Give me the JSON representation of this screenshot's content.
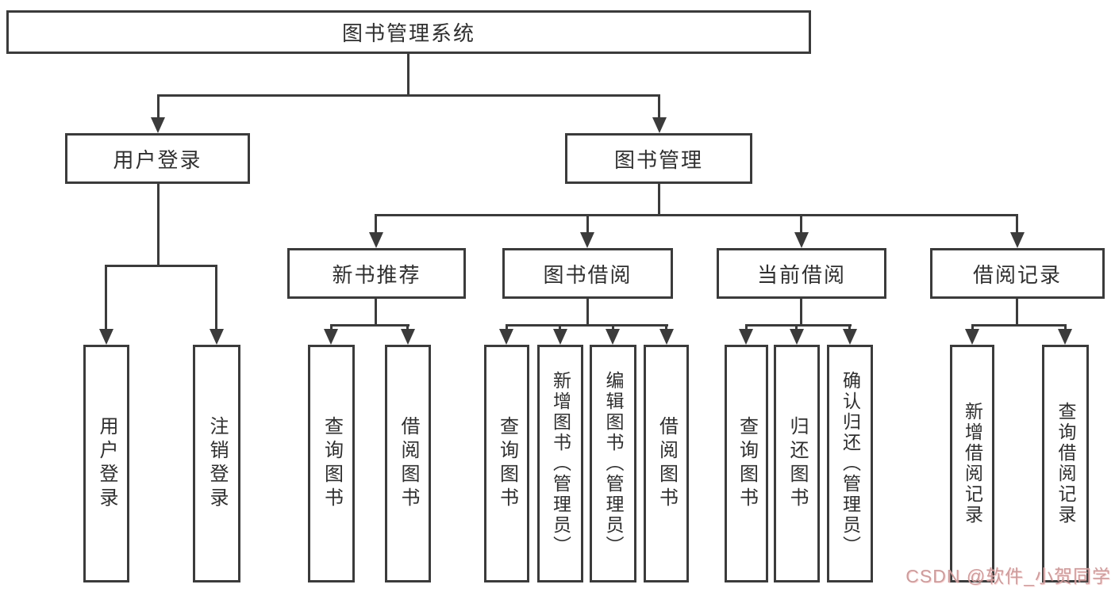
{
  "diagram": {
    "root": {
      "label": "图书管理系统"
    },
    "level2": [
      {
        "id": "user-login",
        "label": "用户登录"
      },
      {
        "id": "book-management",
        "label": "图书管理"
      }
    ],
    "level3": [
      {
        "id": "new-book-recommendation",
        "label": "新书推荐",
        "parent": "book-management"
      },
      {
        "id": "book-borrowing",
        "label": "图书借阅",
        "parent": "book-management"
      },
      {
        "id": "current-borrowing",
        "label": "当前借阅",
        "parent": "book-management"
      },
      {
        "id": "borrowing-records",
        "label": "借阅记录",
        "parent": "book-management"
      }
    ],
    "leaves": [
      {
        "parent": "user-login",
        "label": "用户登录"
      },
      {
        "parent": "user-login",
        "label": "注销登录"
      },
      {
        "parent": "new-book-recommendation",
        "label": "查询图书"
      },
      {
        "parent": "new-book-recommendation",
        "label": "借阅图书"
      },
      {
        "parent": "book-borrowing",
        "label": "查询图书"
      },
      {
        "parent": "book-borrowing",
        "label": "新增图书（管理员）"
      },
      {
        "parent": "book-borrowing",
        "label": "编辑图书（管理员）"
      },
      {
        "parent": "book-borrowing",
        "label": "借阅图书"
      },
      {
        "parent": "current-borrowing",
        "label": "查询图书"
      },
      {
        "parent": "current-borrowing",
        "label": "归还图书"
      },
      {
        "parent": "current-borrowing",
        "label": "确认归还（管理员）"
      },
      {
        "parent": "borrowing-records",
        "label": "新增借阅记录"
      },
      {
        "parent": "borrowing-records",
        "label": "查询借阅记录"
      }
    ],
    "colors": {
      "line": "#3b3b3b",
      "text": "#2f2f2f",
      "background": "#ffffff",
      "watermark": "#cb9d9d"
    }
  },
  "watermark": {
    "text": "CSDN @软件_小贺同学"
  }
}
